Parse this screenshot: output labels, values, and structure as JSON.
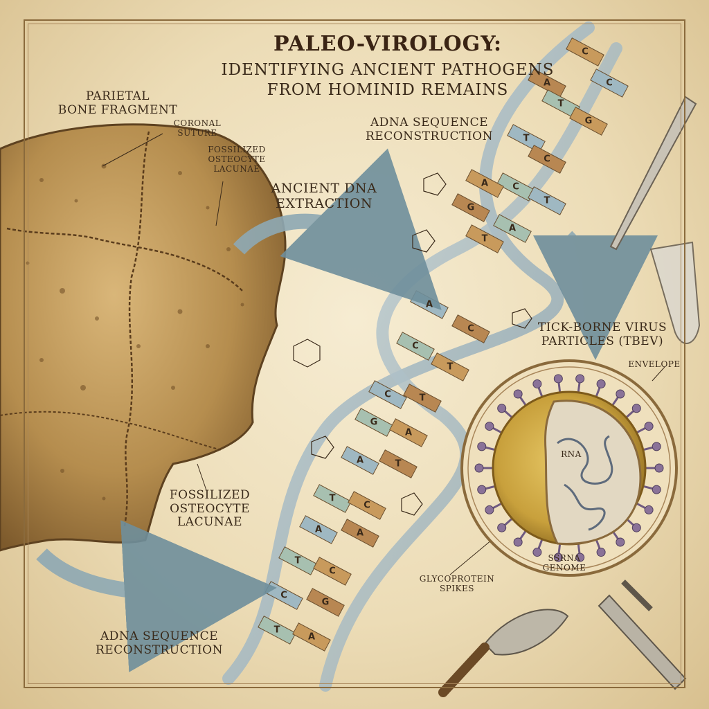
{
  "title": {
    "line1": "PALEO-VIROLOGY:",
    "line2": "IDENTIFYING ANCIENT PATHOGENS\nFROM HOMINID REMAINS"
  },
  "labels": {
    "parietal": "PARIETAL\nBONE FRAGMENT",
    "coronal": "CORONAL\nSUTURE",
    "lacunae_top": "FOSSILIZED\nOSTEOCYTE\nLACUNAE",
    "extraction": "ANCIENT DNA\nEXTRACTION",
    "adna_top": "aDNA SEQUENCE\nRECONSTRUCTION",
    "lacunae_bottom": "FOSSILIZED\nOSTEOCYTE\nLACUNAE",
    "adna_bottom": "aDNA SEQUENCE\nRECONSTRUCTION",
    "virus": "TICK-BORNE VIRUS\nPARTICLES (TBEV)",
    "envelope": "ENVELOPE",
    "rna": "RNA",
    "spikes": "GLYCOPROTEIN\nSPIKES",
    "genome": "SSRNA\nGENOME"
  },
  "bases": [
    "C",
    "C",
    "A",
    "T",
    "G",
    "T",
    "C",
    "C",
    "A",
    "T",
    "G",
    "A",
    "T",
    "A",
    "C",
    "C",
    "T",
    "C",
    "T",
    "G",
    "A",
    "A",
    "T",
    "T",
    "C",
    "A",
    "A",
    "T",
    "C",
    "C",
    "G",
    "T",
    "A"
  ],
  "colors": {
    "ink": "#3a2a1a",
    "bone": "#b58d4e",
    "ribbon": "#9bb2bd",
    "virus": "#c8a03c",
    "spike": "#8a7298"
  }
}
